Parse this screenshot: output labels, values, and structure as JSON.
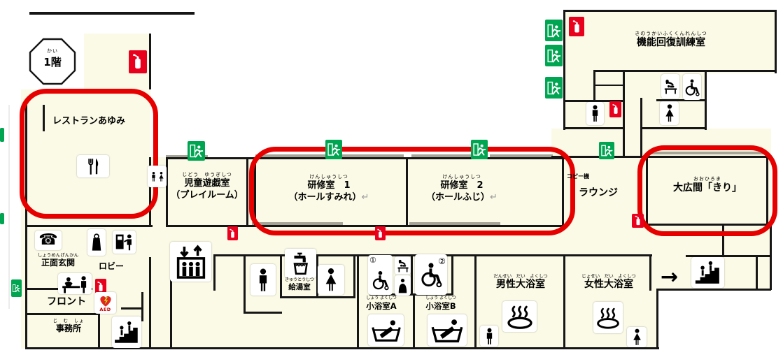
{
  "floor_badge": {
    "furi": "かい",
    "label": "1階"
  },
  "rooms": {
    "restaurant": {
      "label": "レストランあゆみ"
    },
    "playroom": {
      "furi": "じどう　ゆうぎしつ",
      "label": "児童遊戯室",
      "sub": "（プレイルーム）"
    },
    "training1": {
      "furi": "けんしゅうしつ",
      "label": "研修室　1",
      "sub": "（ホールすみれ）",
      "mark": "↵"
    },
    "training2": {
      "furi": "けんしゅうしつ",
      "label": "研修室　2",
      "sub": "（ホールふじ）",
      "mark": "↵"
    },
    "rehab": {
      "furi": "きのうかいふくくんれんしつ",
      "label": "機能回復訓練室"
    },
    "ohiroma": {
      "furi": "おおひろま",
      "label": "大広間「きり」"
    },
    "lounge": {
      "label": "ラウンジ"
    },
    "copier": {
      "label": "コピー機"
    },
    "entrance": {
      "furi": "しょうめんげんかん",
      "label": "正面玄関"
    },
    "lobby": {
      "label": "ロビー"
    },
    "front": {
      "label": "フロント"
    },
    "office": {
      "furi": "じ　む　しょ",
      "label": "事務所"
    },
    "kyutoshitsu": {
      "furi": "きゅうとうしつ",
      "label": "給湯室"
    },
    "bathA": {
      "furi": "しょう よくしつ",
      "label": "小浴室A"
    },
    "bathB": {
      "furi": "しょう よくしつ",
      "label": "小浴室B"
    },
    "mensBath": {
      "furi": "だんせい　だい　よくしつ",
      "label": "男性大浴室"
    },
    "womensBath": {
      "furi": "じょせい　だい　よくしつ",
      "label": "女性大浴室"
    }
  },
  "badges": {
    "circle1": "①",
    "circle2": "②",
    "aed": "AED",
    "arrowRight": "→"
  },
  "glyphs": {
    "phone": "☎"
  },
  "icons": {
    "exit_sign": "green running-man door sign",
    "fire_extinguisher": "red extinguisher tile",
    "phone": "telephone handset ☎",
    "restroom_pair": "man and woman silhouettes",
    "man": "man silhouette",
    "woman": "woman silhouette",
    "wheelchair": "wheelchair silhouette",
    "baby_changing": "diaper changing table",
    "attendant": "staff silhouette",
    "elevator": "elevator cabin with up/down arrows",
    "stairs": "stairs with climbing figures",
    "bathtub": "person reclining in bathtub",
    "onsen": "hot spring steam bowl",
    "fork_knife": "fork and knife",
    "water_tap": "tap filling a cup",
    "reception_desk": "clerk at counter",
    "aed": "red heart with lightning bolt",
    "bag": "bag on hook",
    "kiosk_machine": "person at ticket machine",
    "arrow_right": "→"
  },
  "colors": {
    "floor": "#fbfae6",
    "wall": "#161616",
    "highlight": "#e60000",
    "exit_green": "#00a551",
    "fire_red": "#e8001c"
  }
}
